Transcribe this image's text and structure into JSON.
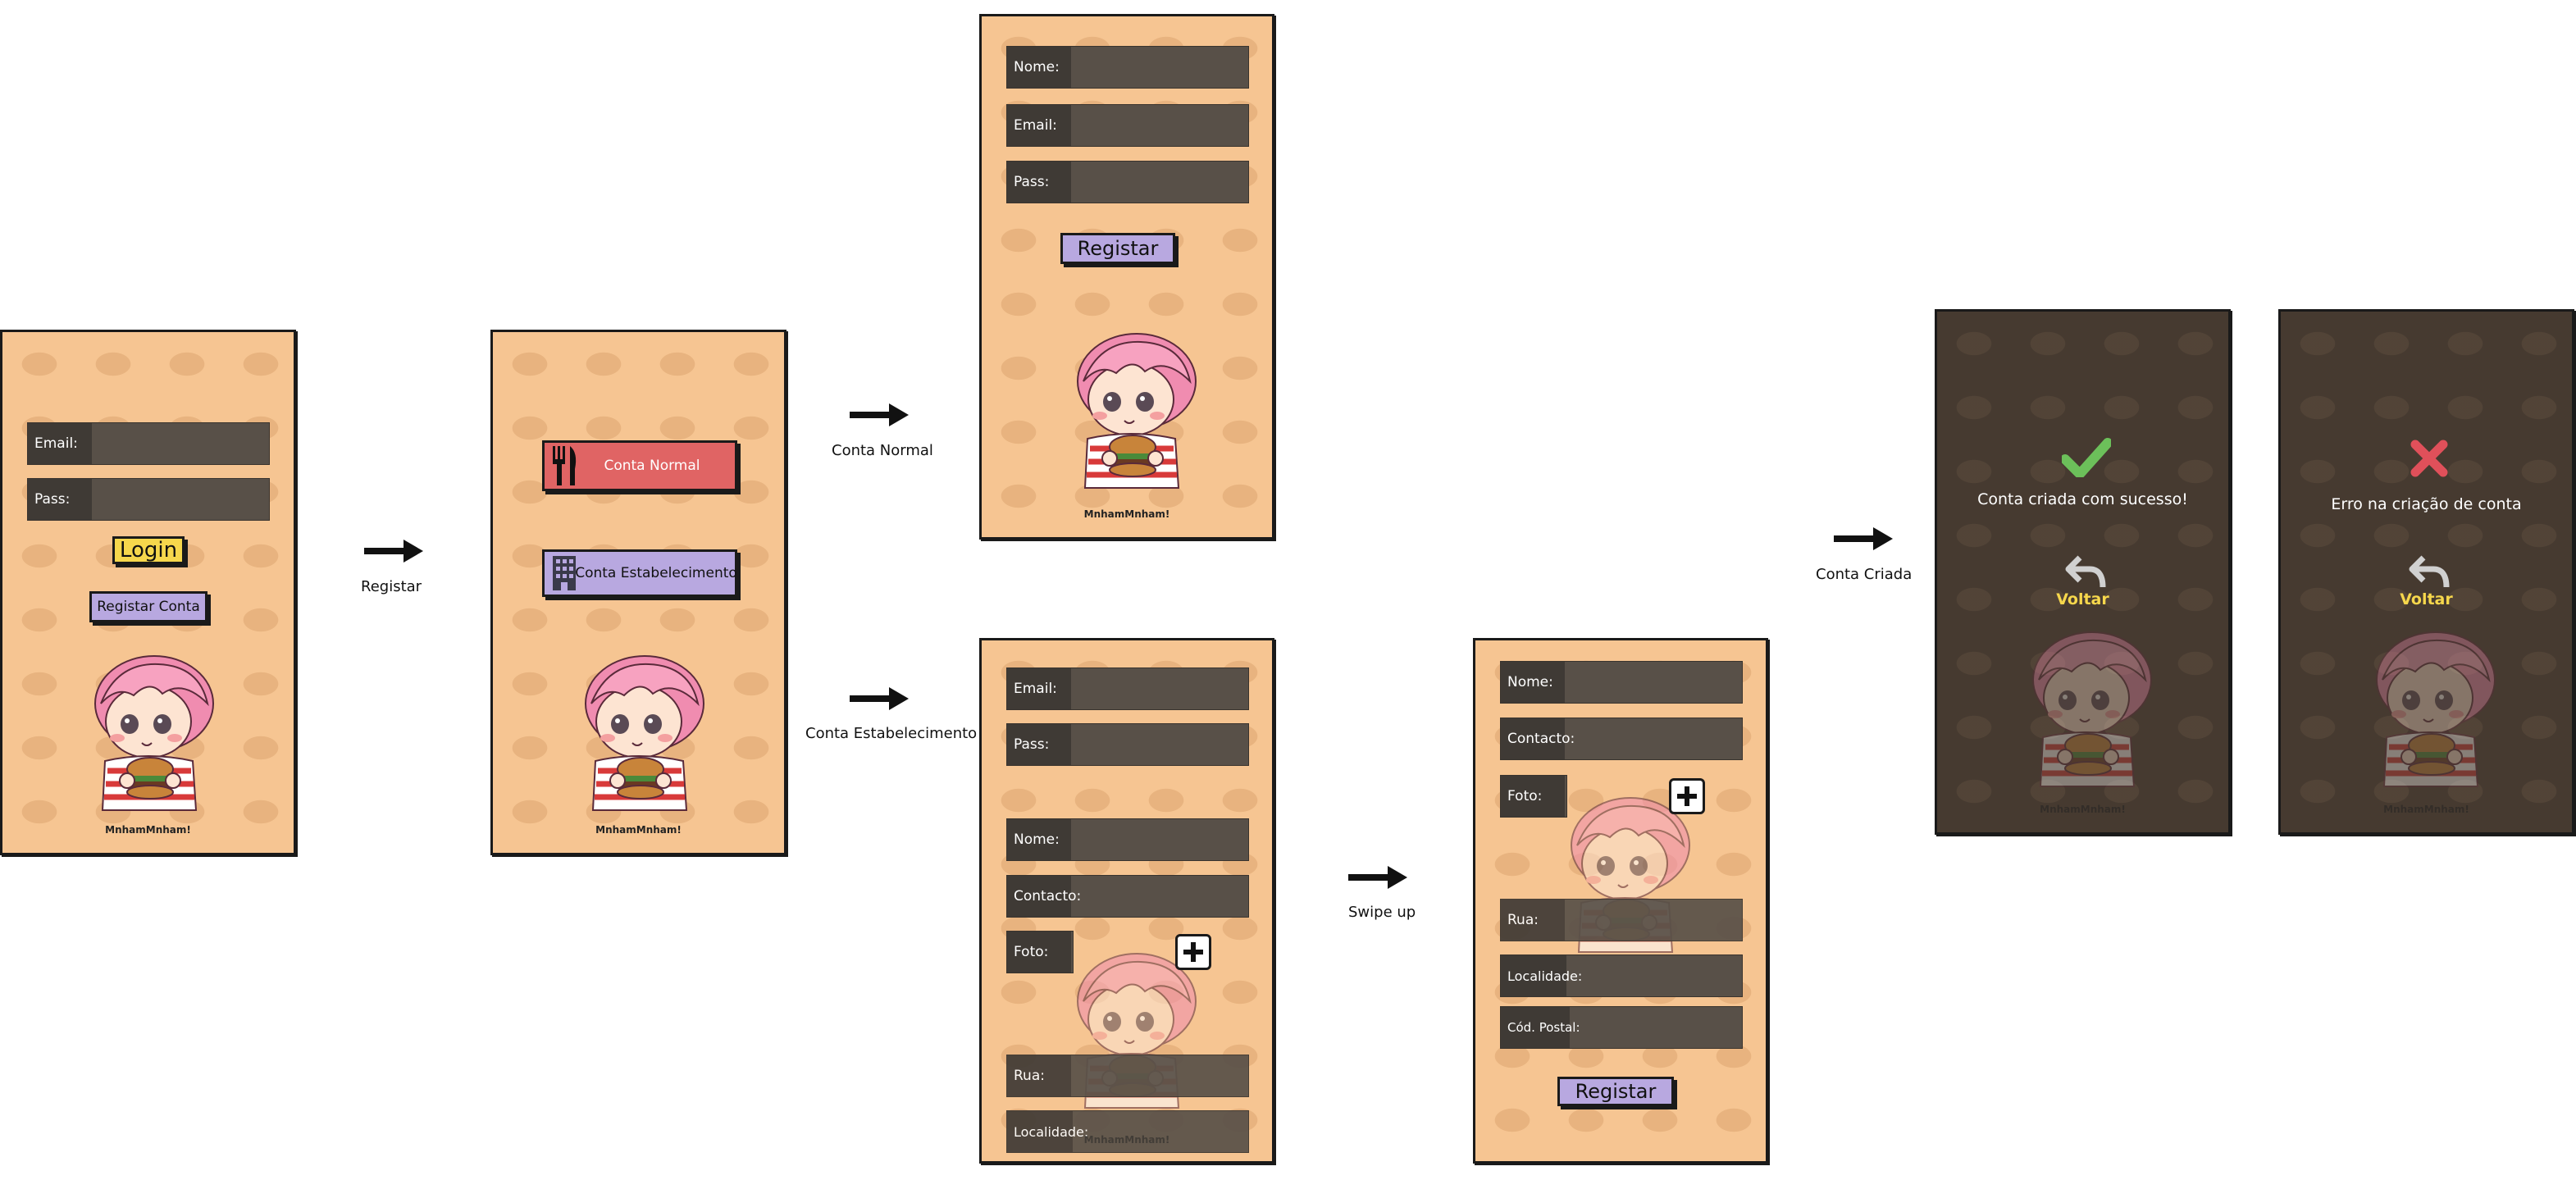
{
  "labels": {
    "email": "Email:",
    "pass": "Pass:",
    "nome": "Nome:",
    "contacto": "Contacto:",
    "foto": "Foto:",
    "rua": "Rua:",
    "localidade": "Localidade:",
    "cod_postal": "Cód. Postal:"
  },
  "buttons": {
    "login": "Login",
    "registar_conta": "Registar Conta",
    "conta_normal": "Conta Normal",
    "conta_estabelecimento": "Conta Estabelecimento",
    "registar": "Registar",
    "voltar": "Voltar"
  },
  "arrows": {
    "registar": "Registar",
    "conta_normal": "Conta Normal",
    "conta_estabelecimento": "Conta Estabelecimento",
    "swipe_up": "Swipe up",
    "conta_criada": "Conta Criada"
  },
  "mascot_name": "MnhamMnham!",
  "messages": {
    "success": "Conta criada com sucesso!",
    "error": "Erro na criação de conta"
  },
  "colors": {
    "screen_bg": "#f6c592",
    "field_bg": "#585048",
    "login_button": "#f6d74c",
    "register_button": "#b8a8e0",
    "normal_button": "#e06464",
    "success_icon": "#6cc05a",
    "error_icon": "#e0505a",
    "voltar_text": "#f6d74c"
  },
  "icons": [
    "cutlery-icon",
    "building-icon",
    "plus-icon",
    "check-icon",
    "cross-icon",
    "back-arrow-icon",
    "right-arrow-icon"
  ]
}
